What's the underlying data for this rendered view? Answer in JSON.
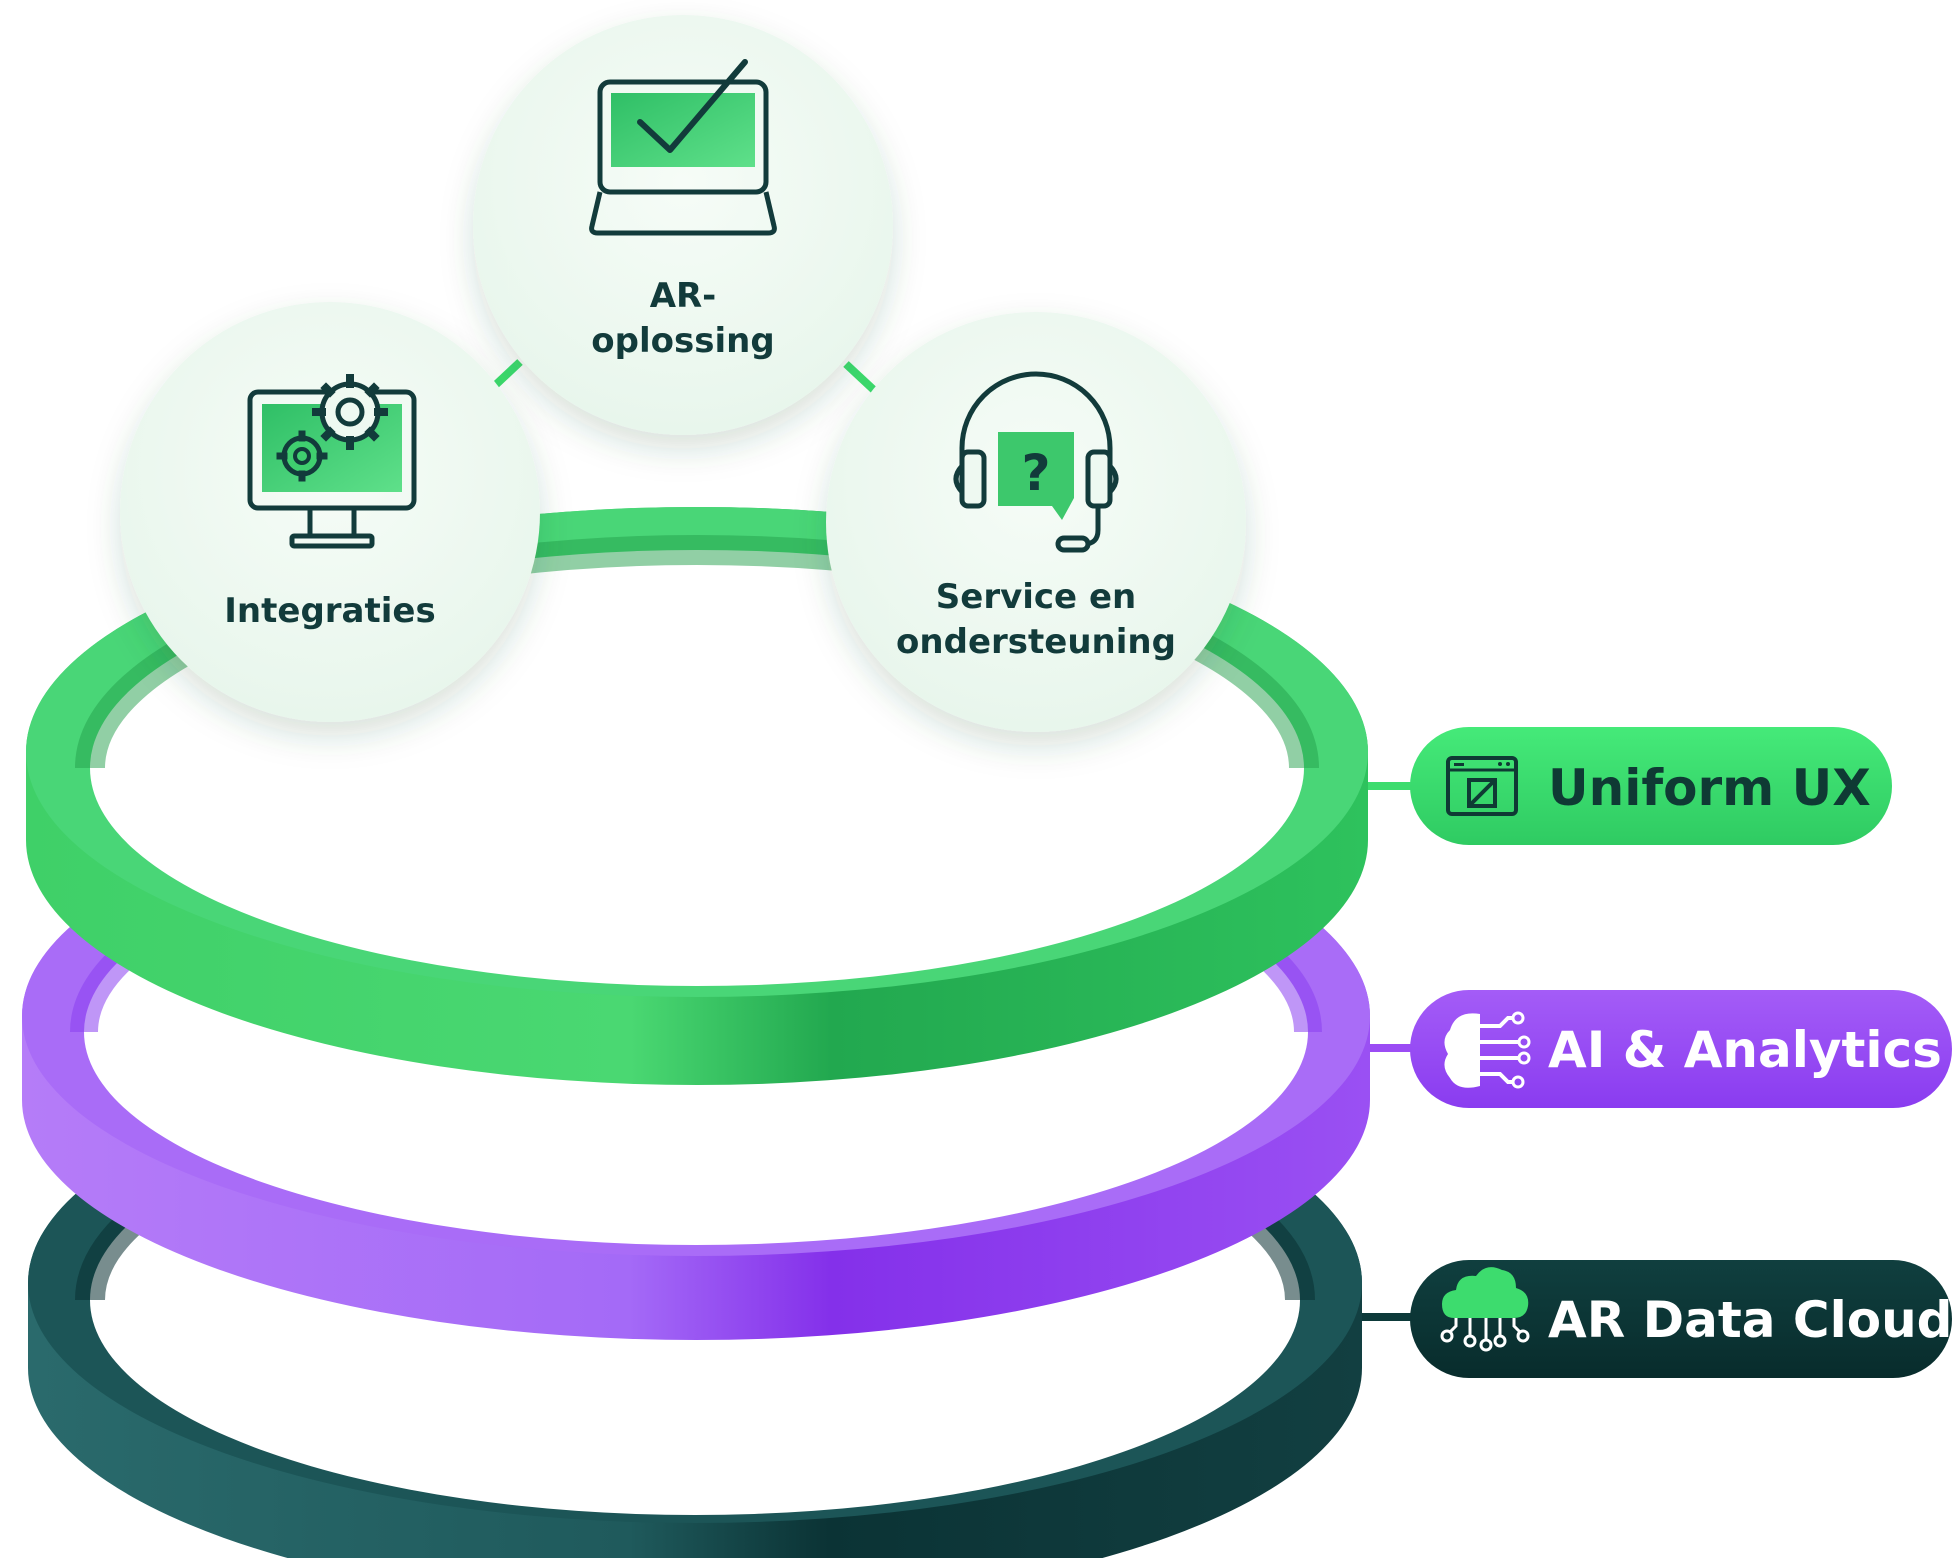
{
  "circles": {
    "ar_solution": {
      "line1": "AR-",
      "line2": "oplossing",
      "icon": "laptop-checkmark-icon"
    },
    "integrations": {
      "label": "Integraties",
      "icon": "monitor-gears-icon"
    },
    "service": {
      "line1": "Service en",
      "line2": "ondersteuning",
      "icon": "headset-question-icon"
    }
  },
  "layers": {
    "uniform_ux": {
      "label": "Uniform UX",
      "icon": "app-window-icon",
      "color": "#3ddc6e",
      "text_color": "#0f3a34"
    },
    "ai_analytics": {
      "label": "AI & Analytics",
      "icon": "brain-circuit-icon",
      "color": "#9b4cf4",
      "text_color": "#ffffff"
    },
    "ar_data_cloud": {
      "label": "AR Data Cloud",
      "icon": "cloud-circuit-icon",
      "color": "#0d3a3a",
      "text_color": "#ffffff"
    }
  },
  "colors": {
    "green": "#3ddc6e",
    "purple": "#9b4cf4",
    "dark_teal": "#0d3a3a",
    "circle_fill": "#eef9f1",
    "icon_stroke": "#123b3b"
  }
}
